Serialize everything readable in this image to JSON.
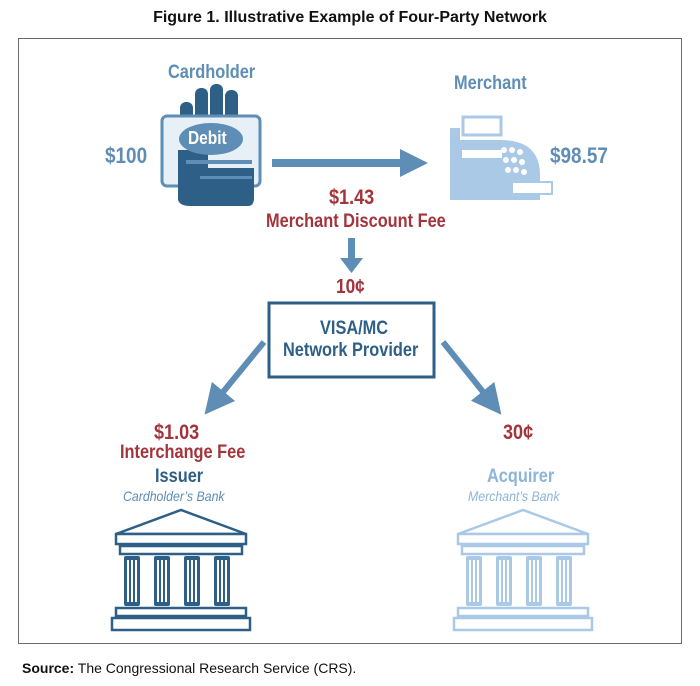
{
  "figure": {
    "title": "Figure 1. Illustrative Example of Four-Party Network"
  },
  "cardholder": {
    "label": "Cardholder",
    "amount": "$100",
    "card_text": "Debit"
  },
  "merchant": {
    "label": "Merchant",
    "amount": "$98.57"
  },
  "fee": {
    "amount": "$1.43",
    "label": "Merchant Discount Fee"
  },
  "network": {
    "fee": "10¢",
    "line1": "VISA/MC",
    "line2": "Network Provider"
  },
  "issuer": {
    "fee": "$1.03",
    "fee_label": "Interchange Fee",
    "label": "Issuer",
    "sublabel": "Cardholder’s Bank"
  },
  "acquirer": {
    "fee": "30¢",
    "label": "Acquirer",
    "sublabel": "Merchant’s Bank"
  },
  "source": {
    "prefix": "Source:",
    "text": " The Congressional Research Service (CRS)."
  },
  "colors": {
    "dark_blue": "#2e5f86",
    "mid_blue": "#5e8db6",
    "light_blue": "#a9c9e6",
    "red": "#a3343b"
  },
  "icons": [
    "hand-with-debit-card-icon",
    "cash-register-icon",
    "bank-building-icon"
  ]
}
